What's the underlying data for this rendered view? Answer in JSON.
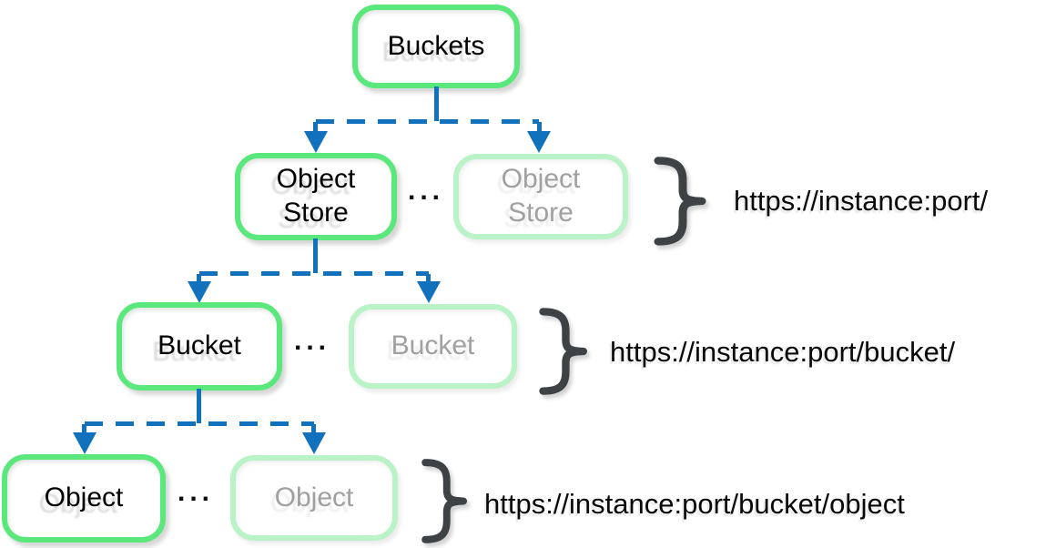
{
  "diagram": {
    "root": {
      "label": "Buckets"
    },
    "levels": [
      {
        "primary": "Object Store",
        "ghost": "Object Store",
        "ellipsis": "...",
        "url": "https://instance:port/"
      },
      {
        "primary": "Bucket",
        "ghost": "Bucket",
        "ellipsis": "...",
        "url": "https://instance:port/bucket/"
      },
      {
        "primary": "Object",
        "ghost": "Object",
        "ellipsis": "...",
        "url": "https://instance:port/bucket/object"
      }
    ],
    "colors": {
      "node_border": "#5ae87c",
      "node_border_faded": "#b9f3c7",
      "connector_blue": "#1171bd",
      "ghost_text": "#a0a0a0",
      "brace_gray": "#3f4245",
      "label_text": "#000000"
    }
  }
}
